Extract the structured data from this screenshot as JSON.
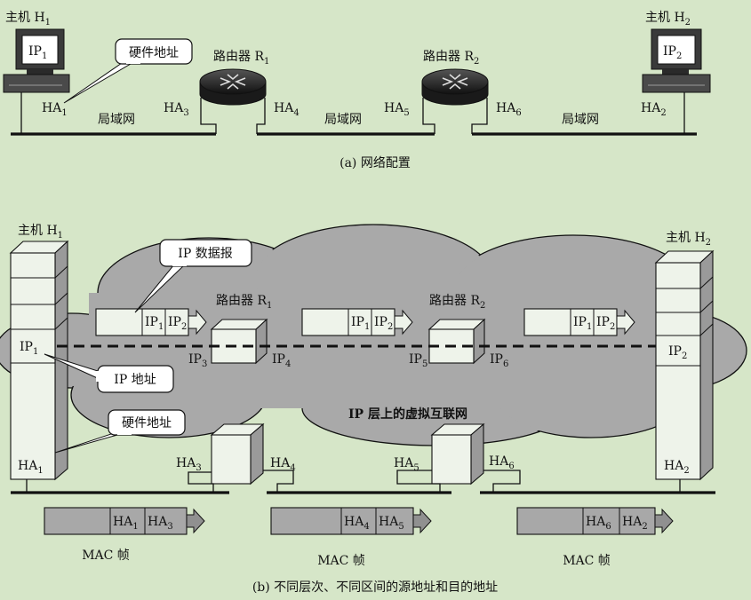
{
  "colors": {
    "background": "#d6e6c8",
    "cloud": "#a9a9a9",
    "box_light": "#eef3ea",
    "box_dark": "#9a9a9a",
    "frame_gray": "#a8a8a8",
    "arrow_gray": "#909090",
    "stroke": "#111111"
  },
  "top": {
    "host1": {
      "prefix": "主机 H",
      "sub": "1"
    },
    "host2": {
      "prefix": "主机 H",
      "sub": "2"
    },
    "ip1": {
      "prefix": "IP",
      "sub": "1"
    },
    "ip2": {
      "prefix": "IP",
      "sub": "2"
    },
    "hw_callout": "硬件地址",
    "router1": {
      "prefix": "路由器 R",
      "sub": "1"
    },
    "router2": {
      "prefix": "路由器 R",
      "sub": "2"
    },
    "ha1": {
      "prefix": "HA",
      "sub": "1"
    },
    "ha2": {
      "prefix": "HA",
      "sub": "2"
    },
    "ha3": {
      "prefix": "HA",
      "sub": "3"
    },
    "ha4": {
      "prefix": "HA",
      "sub": "4"
    },
    "ha5": {
      "prefix": "HA",
      "sub": "5"
    },
    "ha6": {
      "prefix": "HA",
      "sub": "6"
    },
    "lan_labels": [
      "局域网",
      "局域网",
      "局域网"
    ],
    "caption": "(a) 网络配置"
  },
  "bottom": {
    "host1": {
      "prefix": "主机 H",
      "sub": "1"
    },
    "host2": {
      "prefix": "主机 H",
      "sub": "2"
    },
    "ip1": {
      "prefix": "IP",
      "sub": "1"
    },
    "ip2": {
      "prefix": "IP",
      "sub": "2"
    },
    "ip3": {
      "prefix": "IP",
      "sub": "3"
    },
    "ip4": {
      "prefix": "IP",
      "sub": "4"
    },
    "ip5": {
      "prefix": "IP",
      "sub": "5"
    },
    "ip6": {
      "prefix": "IP",
      "sub": "6"
    },
    "router1": {
      "prefix": "路由器 R",
      "sub": "1"
    },
    "router2": {
      "prefix": "路由器 R",
      "sub": "2"
    },
    "datagram_callout": "IP 数据报",
    "ip_addr_callout": "IP 地址",
    "hw_callout": "硬件地址",
    "internet_label": "IP 层上的虚拟互联网",
    "datagrams": [
      {
        "src": {
          "prefix": "IP",
          "sub": "1"
        },
        "dst": {
          "prefix": "IP",
          "sub": "2"
        }
      },
      {
        "src": {
          "prefix": "IP",
          "sub": "1"
        },
        "dst": {
          "prefix": "IP",
          "sub": "2"
        }
      },
      {
        "src": {
          "prefix": "IP",
          "sub": "1"
        },
        "dst": {
          "prefix": "IP",
          "sub": "2"
        }
      }
    ],
    "ha1": {
      "prefix": "HA",
      "sub": "1"
    },
    "ha2": {
      "prefix": "HA",
      "sub": "2"
    },
    "ha3": {
      "prefix": "HA",
      "sub": "3"
    },
    "ha4": {
      "prefix": "HA",
      "sub": "4"
    },
    "ha5": {
      "prefix": "HA",
      "sub": "5"
    },
    "ha6": {
      "prefix": "HA",
      "sub": "6"
    },
    "mac_frames": [
      {
        "src": {
          "prefix": "HA",
          "sub": "1"
        },
        "dst": {
          "prefix": "HA",
          "sub": "3"
        },
        "label": "MAC 帧"
      },
      {
        "src": {
          "prefix": "HA",
          "sub": "4"
        },
        "dst": {
          "prefix": "HA",
          "sub": "5"
        },
        "label": "MAC 帧"
      },
      {
        "src": {
          "prefix": "HA",
          "sub": "6"
        },
        "dst": {
          "prefix": "HA",
          "sub": "2"
        },
        "label": "MAC 帧"
      }
    ],
    "caption": "(b) 不同层次、不同区间的源地址和目的地址"
  }
}
